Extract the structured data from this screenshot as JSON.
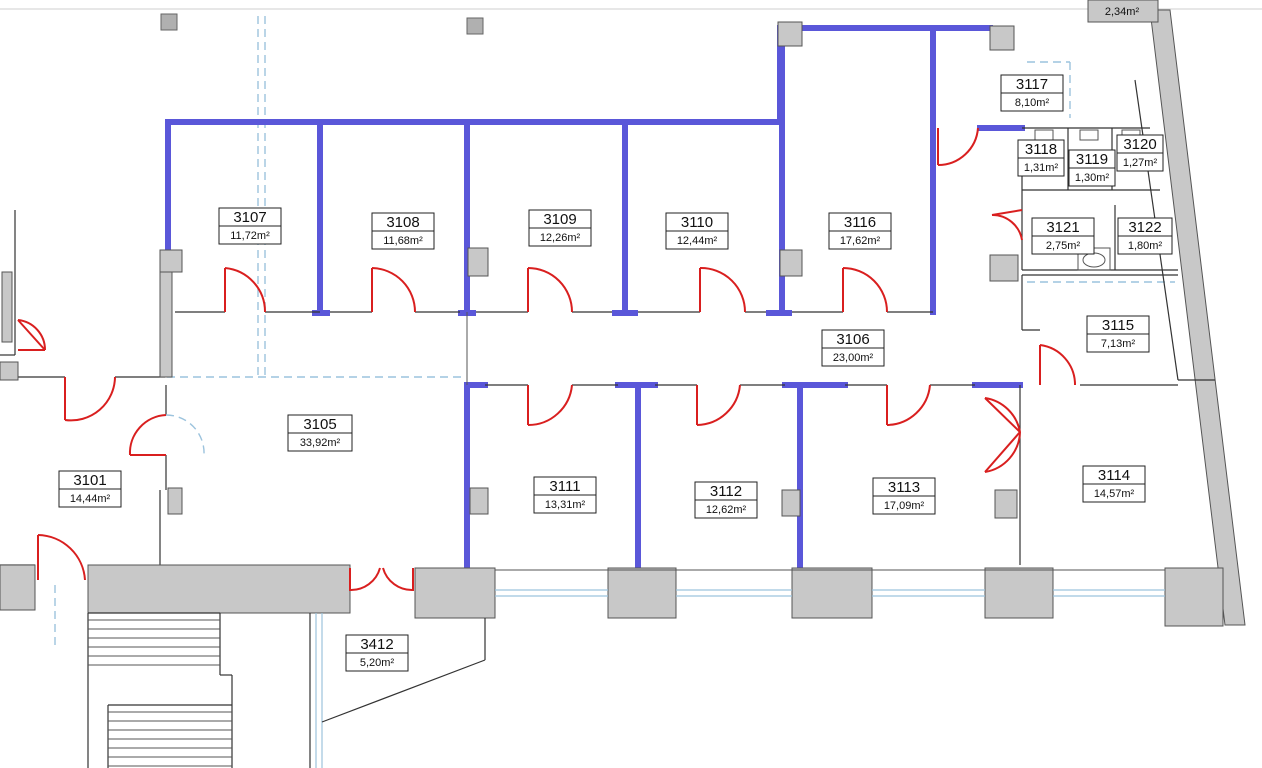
{
  "rooms": [
    {
      "id": "3107",
      "area": "11,72m²"
    },
    {
      "id": "3108",
      "area": "11,68m²"
    },
    {
      "id": "3109",
      "area": "12,26m²"
    },
    {
      "id": "3110",
      "area": "12,44m²"
    },
    {
      "id": "3116",
      "area": "17,62m²"
    },
    {
      "id": "3117",
      "area": "8,10m²"
    },
    {
      "id": "3118",
      "area": "1,31m²"
    },
    {
      "id": "3119",
      "area": "1,30m²"
    },
    {
      "id": "3120",
      "area": "1,27m²"
    },
    {
      "id": "3121",
      "area": "2,75m²"
    },
    {
      "id": "3122",
      "area": "1,80m²"
    },
    {
      "id": "3106",
      "area": "23,00m²"
    },
    {
      "id": "3115",
      "area": "7,13m²"
    },
    {
      "id": "3105",
      "area": "33,92m²"
    },
    {
      "id": "3101",
      "area": "14,44m²"
    },
    {
      "id": "3111",
      "area": "13,31m²"
    },
    {
      "id": "3112",
      "area": "12,62m²"
    },
    {
      "id": "3113",
      "area": "17,09m²"
    },
    {
      "id": "3114",
      "area": "14,57m²"
    },
    {
      "id": "3412",
      "area": "5,20m²"
    }
  ],
  "partial_label": "2,34m²",
  "colors": {
    "partition": "#5a57d9",
    "door": "#d91f1f",
    "dashed": "#9cc3dd",
    "wall": "#c8c8c8"
  }
}
